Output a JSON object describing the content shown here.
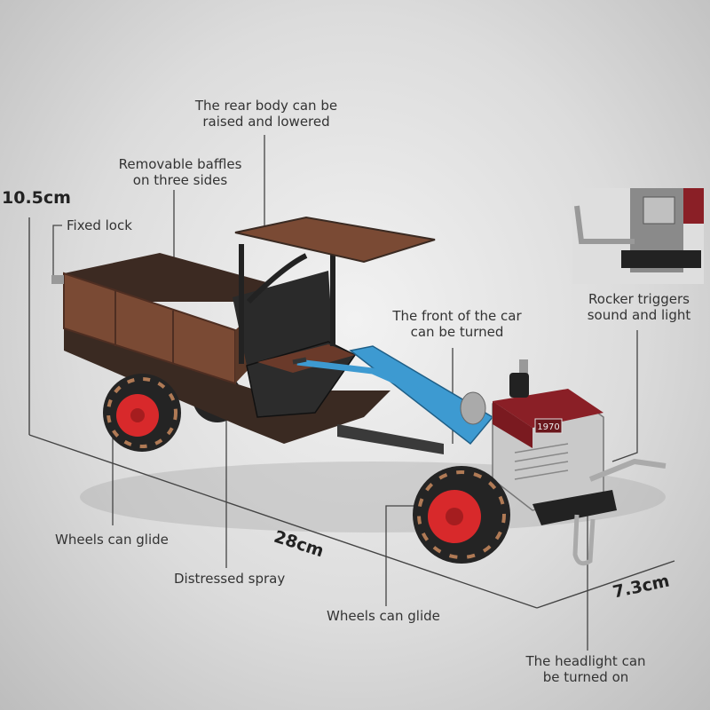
{
  "dimensions": {
    "height": "10.5cm",
    "length": "28cm",
    "width": "7.3cm"
  },
  "callouts": {
    "rear_body": [
      "The rear body can be",
      "raised and lowered"
    ],
    "baffles": [
      "Removable baffles",
      "on three sides"
    ],
    "fixed_lock": "Fixed lock",
    "front_turn": [
      "The front of the car",
      "can be turned"
    ],
    "rocker": [
      "Rocker triggers",
      "sound and light"
    ],
    "wheels_left": "Wheels can glide",
    "distressed": "Distressed spray",
    "wheels_center": "Wheels can glide",
    "headlight": [
      "The headlight can",
      "be turned on"
    ]
  },
  "engine_plate": "1970",
  "colors": {
    "rust": "#7a4a34",
    "rust_dark": "#4e2e22",
    "blue": "#3d9ad1",
    "engine_red": "#8a1f26",
    "wheel_red": "#d8292b",
    "tire": "#242424",
    "metal": "#b9b9b9",
    "line": "#444444"
  }
}
